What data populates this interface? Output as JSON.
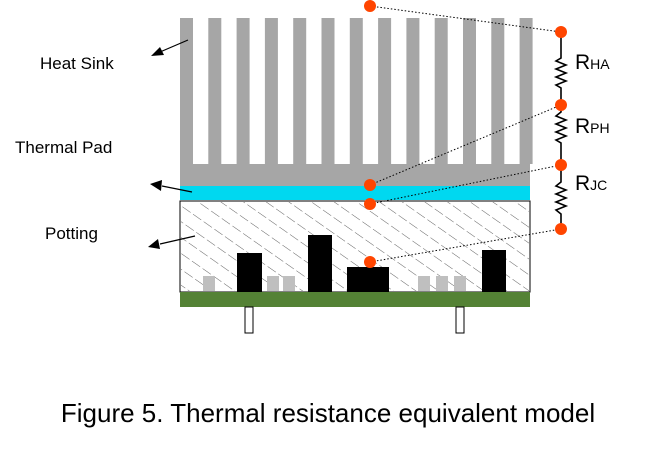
{
  "labels": {
    "heat_sink": "Heat Sink",
    "thermal_pad": "Thermal Pad",
    "potting": "Potting"
  },
  "resistors": [
    {
      "main": "R",
      "sub": "HA"
    },
    {
      "main": "R",
      "sub": "PH"
    },
    {
      "main": "R",
      "sub": "JC"
    }
  ],
  "caption": "Figure 5. Thermal resistance equivalent model",
  "colors": {
    "heat_sink": "#a6a6a6",
    "thermal_pad": "#00d8f0",
    "pcb": "#548235",
    "component": "#000000",
    "small_component": "#bfbfbf",
    "node": "#ff4500"
  }
}
